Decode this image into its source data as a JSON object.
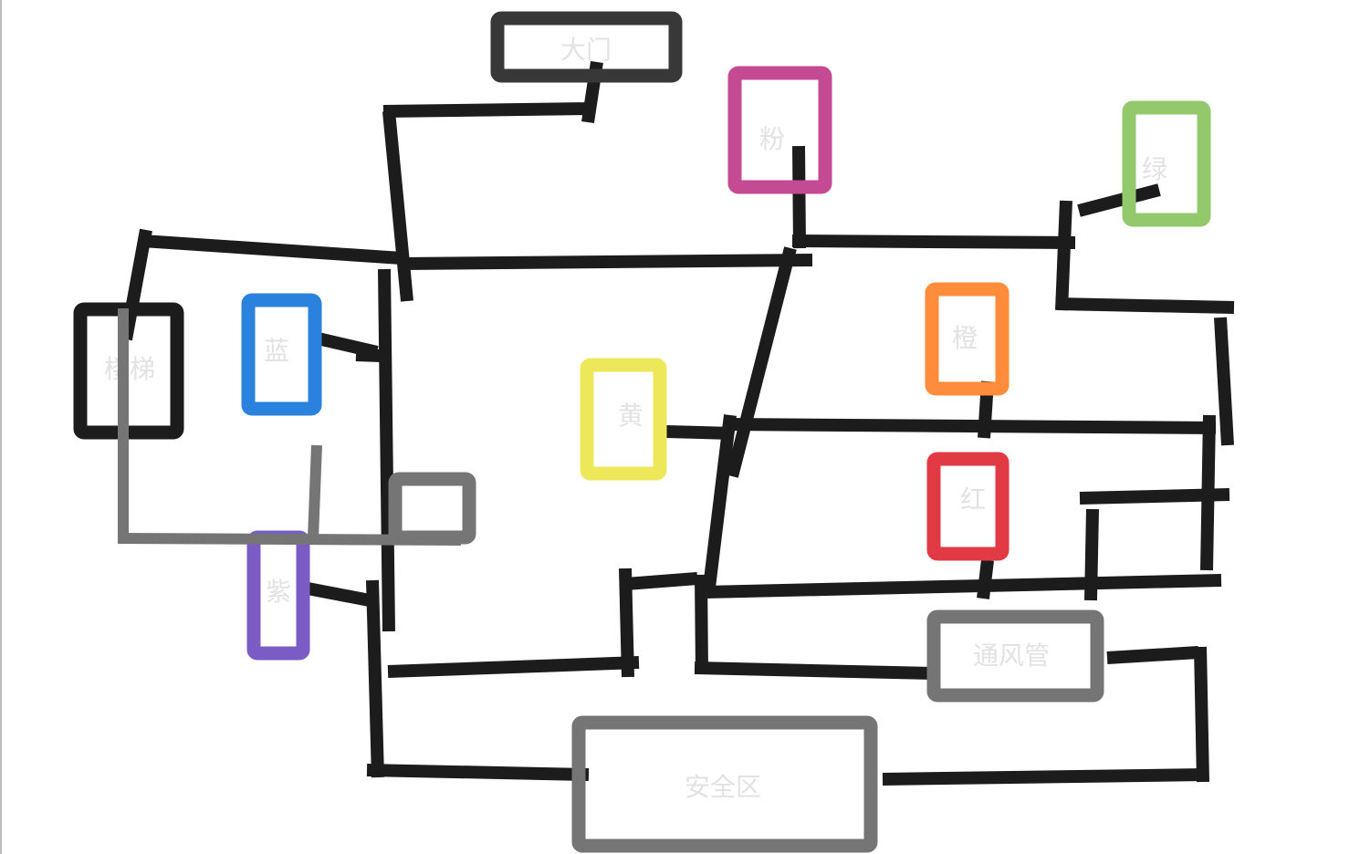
{
  "rooms": {
    "gate": {
      "label": "大门",
      "color": "#383838"
    },
    "pink": {
      "label": "粉",
      "color": "#c44a93"
    },
    "green": {
      "label": "绿",
      "color": "#93c96c"
    },
    "stairs": {
      "label": "楼梯",
      "color": "#1c1c1c"
    },
    "blue": {
      "label": "蓝",
      "color": "#2b82de"
    },
    "yellow": {
      "label": "黄",
      "color": "#ede85a"
    },
    "orange": {
      "label": "橙",
      "color": "#ff8c3a"
    },
    "red": {
      "label": "红",
      "color": "#e23a44"
    },
    "purple": {
      "label": "紫",
      "color": "#7a5cc4"
    },
    "small_box": {
      "color": "#757575"
    },
    "vent": {
      "label": "通风管",
      "color": "#757575"
    },
    "safe_zone": {
      "label": "安全区",
      "color": "#757575"
    }
  }
}
